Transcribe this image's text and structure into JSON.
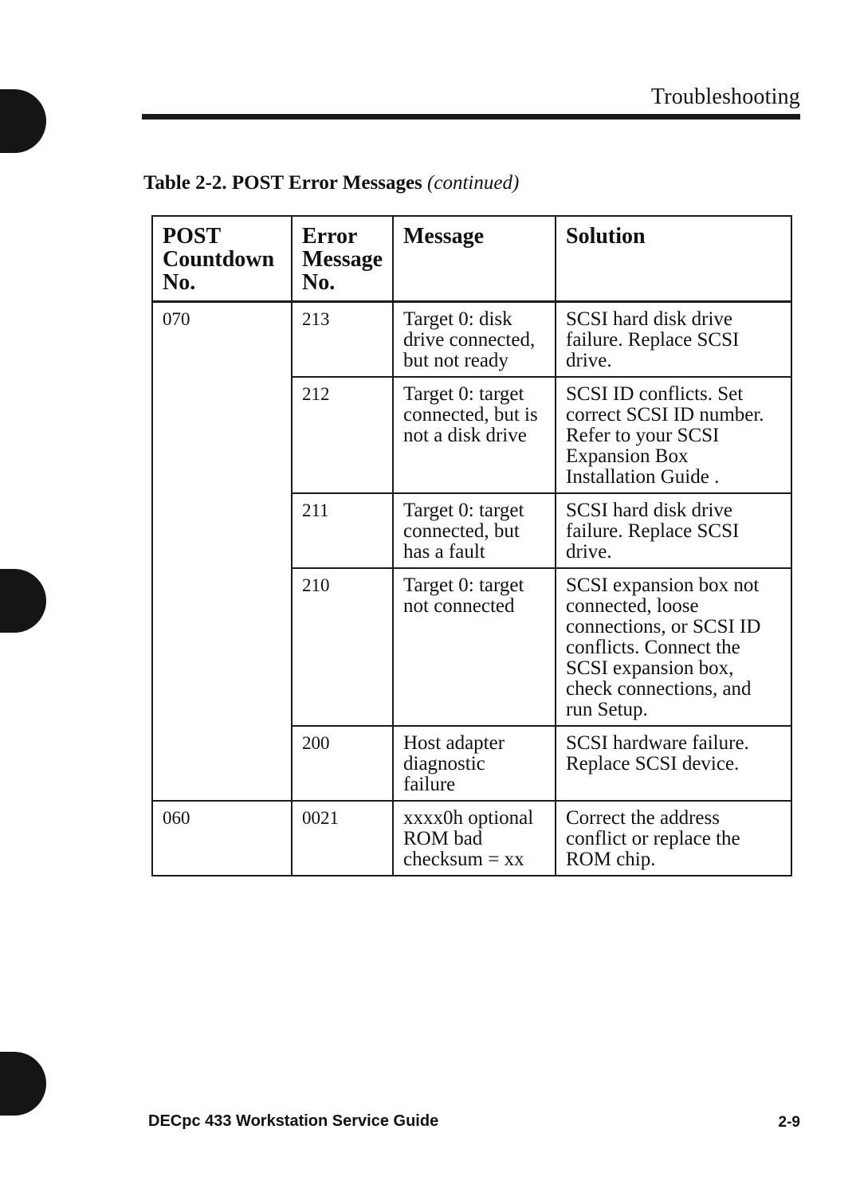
{
  "header": {
    "section": "Troubleshooting"
  },
  "caption": {
    "label": "Table 2-2.  POST Error Messages",
    "note": " (continued)"
  },
  "table": {
    "columns": [
      "POST\nCountdown\nNo.",
      "Error\nMessage\nNo.",
      "Message",
      "Solution"
    ],
    "groups": [
      {
        "countdown": "070",
        "rows": [
          {
            "error": "213",
            "message": "Target 0:  disk\ndrive connected,\nbut not ready",
            "solution": "SCSI hard disk drive\nfailure.  Replace SCSI\ndrive."
          },
          {
            "error": "212",
            "message": "Target 0:  target\nconnected, but is\nnot a disk drive",
            "solution": "SCSI ID conflicts.  Set\ncorrect SCSI ID number.\nRefer to your SCSI\nExpansion Box\nInstallation Guide ."
          },
          {
            "error": "211",
            "message": "Target 0:  target\nconnected, but\nhas a fault",
            "solution": "SCSI hard disk drive\nfailure.  Replace SCSI\ndrive."
          },
          {
            "error": "210",
            "message": "Target 0:  target\nnot connected",
            "solution": "SCSI expansion box not\nconnected, loose\nconnections, or SCSI ID\nconflicts.  Connect the\nSCSI expansion box,\ncheck connections, and\nrun Setup."
          },
          {
            "error": "200",
            "message": "Host adapter\ndiagnostic\nfailure",
            "solution": "SCSI hardware failure.\nReplace SCSI device."
          }
        ]
      },
      {
        "countdown": "060",
        "rows": [
          {
            "error": "0021",
            "message": "xxxx0h optional\nROM bad\nchecksum = xx",
            "solution": "Correct the address\nconflict or replace the\nROM chip."
          }
        ]
      }
    ]
  },
  "footer": {
    "title": "DECpc 433 Workstation Service Guide",
    "page": "2-9"
  }
}
